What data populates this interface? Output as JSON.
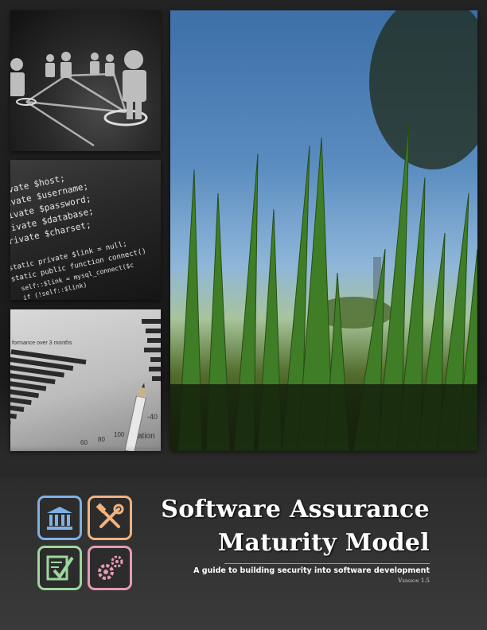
{
  "cover": {
    "title_line1": "Software Assurance",
    "title_line2": "Maturity Model",
    "subtitle": "A guide to building security into software development",
    "version": "Version 1.5"
  },
  "images": {
    "network": "people-network-photo",
    "code": "source-code-photo",
    "report": "bar-chart-report-photo",
    "hero": "grass-sky-photo"
  },
  "code_text": [
    "private $host;",
    "private $username;",
    "private $password;",
    "private $database;",
    "private $charset;",
    "",
    "static private $link = null;",
    "static public function connect()",
    "  self::$link = mysql_connect($c",
    "  if (!self::$link)"
  ],
  "report_text": {
    "heading": "formance over 3 months",
    "ticks": [
      "60",
      "80",
      "100"
    ],
    "side_value": "-40",
    "side_word": "zation"
  },
  "business_functions": [
    {
      "name": "governance-icon",
      "color": "#7fb0e6"
    },
    {
      "name": "construction-icon",
      "color": "#f1b27f"
    },
    {
      "name": "verification-icon",
      "color": "#9ed79e"
    },
    {
      "name": "deployment-icon",
      "color": "#e89ab4"
    }
  ]
}
